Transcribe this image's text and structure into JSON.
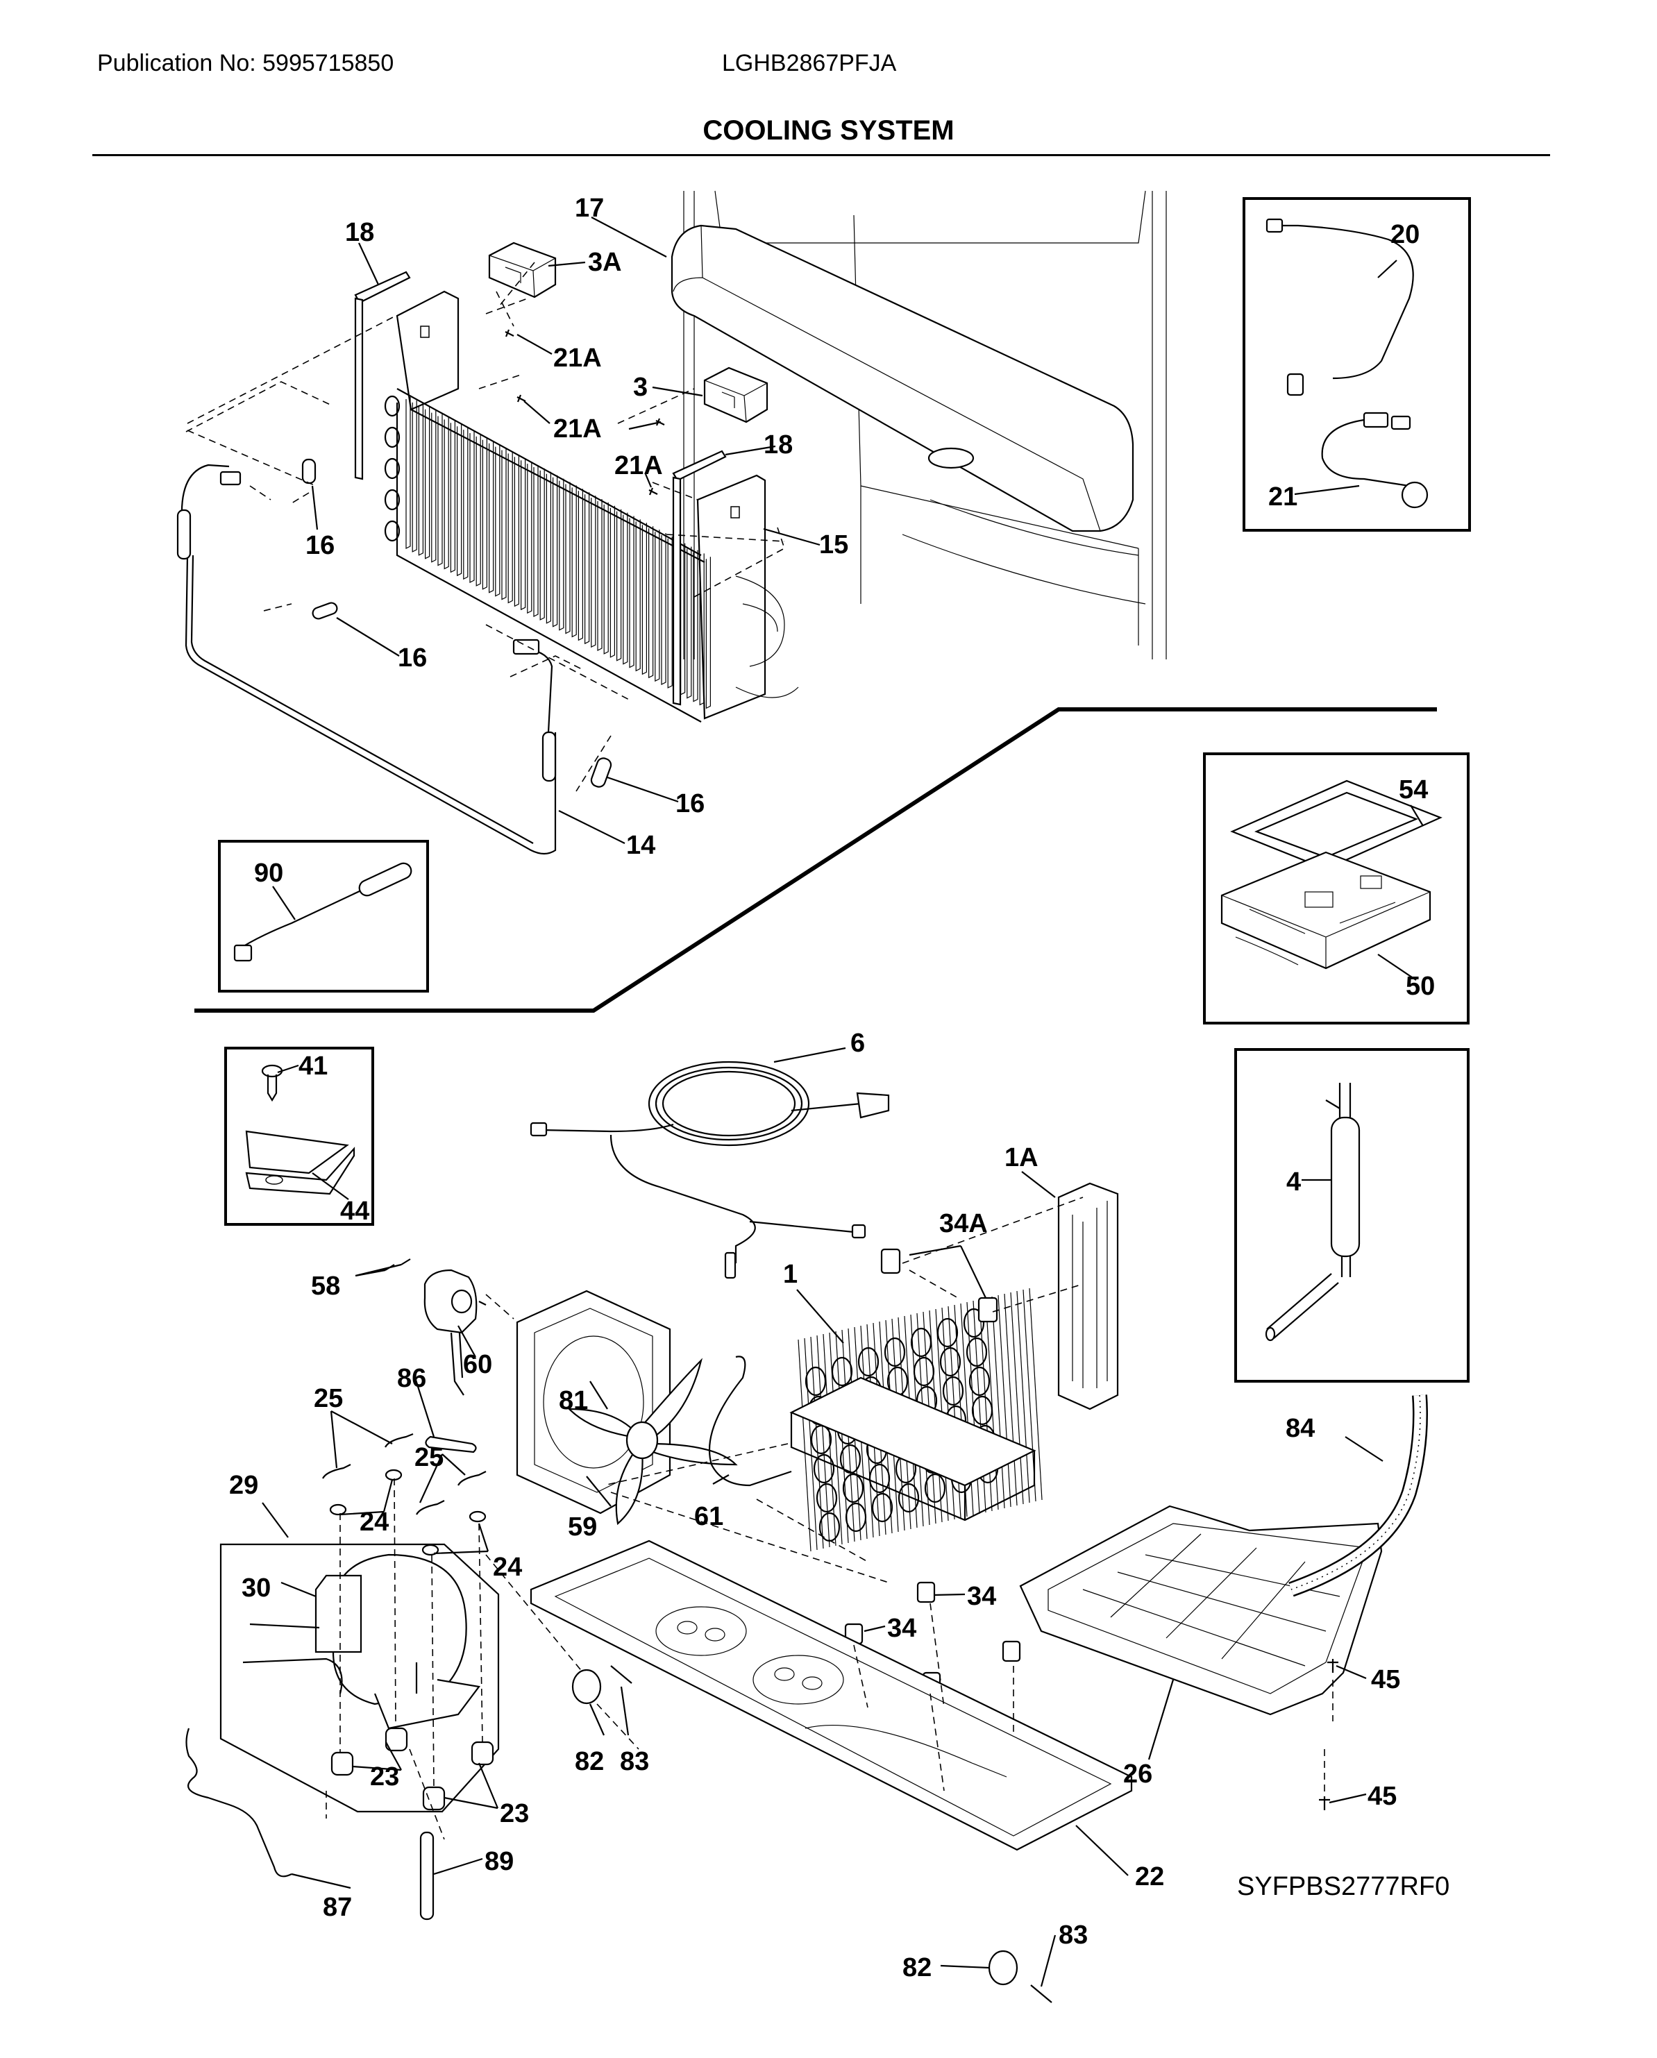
{
  "header": {
    "publication": "Publication No: 5995715850",
    "model": "LGHB2867PFJA",
    "title": "COOLING SYSTEM"
  },
  "diagram_code": "SYFPBS2777RF0",
  "callouts": [
    {
      "id": "c17",
      "label": "17"
    },
    {
      "id": "c18a",
      "label": "18"
    },
    {
      "id": "c3a",
      "label": "3A"
    },
    {
      "id": "c21a1",
      "label": "21A"
    },
    {
      "id": "c3",
      "label": "3"
    },
    {
      "id": "c21a2",
      "label": "21A"
    },
    {
      "id": "c21a3",
      "label": "21A"
    },
    {
      "id": "c18b",
      "label": "18"
    },
    {
      "id": "c16a",
      "label": "16"
    },
    {
      "id": "c15",
      "label": "15"
    },
    {
      "id": "c16b",
      "label": "16"
    },
    {
      "id": "c16c",
      "label": "16"
    },
    {
      "id": "c14",
      "label": "14"
    },
    {
      "id": "c20",
      "label": "20"
    },
    {
      "id": "c21",
      "label": "21"
    },
    {
      "id": "c90",
      "label": "90"
    },
    {
      "id": "c54",
      "label": "54"
    },
    {
      "id": "c50",
      "label": "50"
    },
    {
      "id": "c6",
      "label": "6"
    },
    {
      "id": "c41",
      "label": "41"
    },
    {
      "id": "c44",
      "label": "44"
    },
    {
      "id": "c1a",
      "label": "1A"
    },
    {
      "id": "c34a",
      "label": "34A"
    },
    {
      "id": "c1",
      "label": "1"
    },
    {
      "id": "c4",
      "label": "4"
    },
    {
      "id": "c58",
      "label": "58"
    },
    {
      "id": "c60",
      "label": "60"
    },
    {
      "id": "c86",
      "label": "86"
    },
    {
      "id": "c81",
      "label": "81"
    },
    {
      "id": "c25a",
      "label": "25"
    },
    {
      "id": "c25b",
      "label": "25"
    },
    {
      "id": "c29",
      "label": "29"
    },
    {
      "id": "c24a",
      "label": "24"
    },
    {
      "id": "c24b",
      "label": "24"
    },
    {
      "id": "c59",
      "label": "59"
    },
    {
      "id": "c61",
      "label": "61"
    },
    {
      "id": "c84",
      "label": "84"
    },
    {
      "id": "c30",
      "label": "30"
    },
    {
      "id": "c34b",
      "label": "34"
    },
    {
      "id": "c34c",
      "label": "34"
    },
    {
      "id": "c45a",
      "label": "45"
    },
    {
      "id": "c45b",
      "label": "45"
    },
    {
      "id": "c82a",
      "label": "82"
    },
    {
      "id": "c83a",
      "label": "83"
    },
    {
      "id": "c23a",
      "label": "23"
    },
    {
      "id": "c23b",
      "label": "23"
    },
    {
      "id": "c26",
      "label": "26"
    },
    {
      "id": "c89",
      "label": "89"
    },
    {
      "id": "c87",
      "label": "87"
    },
    {
      "id": "c22",
      "label": "22"
    },
    {
      "id": "c82b",
      "label": "82"
    },
    {
      "id": "c83b",
      "label": "83"
    }
  ]
}
